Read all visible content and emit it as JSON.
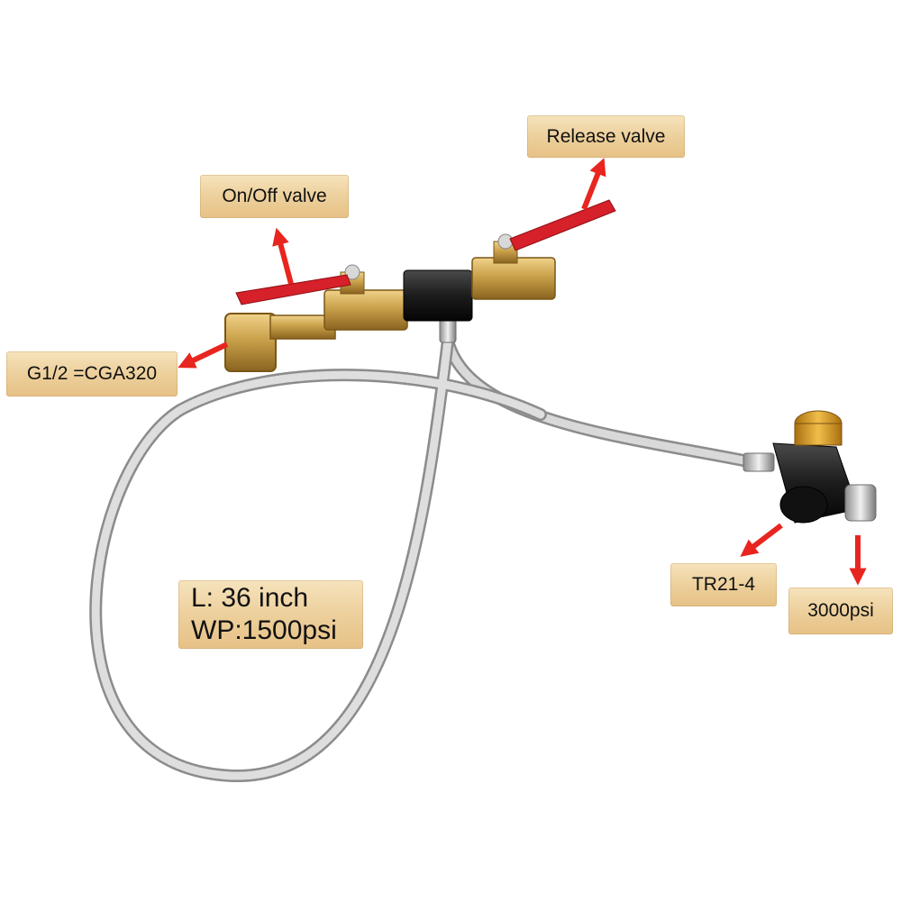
{
  "labels": {
    "release_valve": "Release valve",
    "on_off_valve": "On/Off valve",
    "g12_cga320": "G1/2 =CGA320",
    "tr21_4": "TR21-4",
    "pressure_3000": "3000psi",
    "length": "L: 36 inch",
    "working_pressure": "WP:1500psi"
  },
  "colors": {
    "label_bg": "#edd09c",
    "arrow": "#e8251f",
    "handle": "#d6202a",
    "brass": "#c9a04a",
    "hose": "#bfbfbf",
    "black_body": "#1c1c1c",
    "gold_knob": "#e0a630"
  }
}
